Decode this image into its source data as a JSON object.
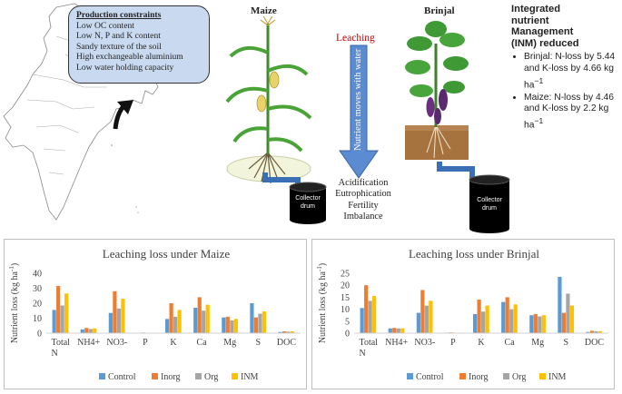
{
  "constraints": {
    "title": "Production constraints",
    "items": [
      "Low OC content",
      "Low N, P and K content",
      "Sandy texture of the soil",
      "High exchangeable aluminium",
      "Low water holding capacity"
    ]
  },
  "plants": {
    "maize": "Maize",
    "brinjal": "Brinjal"
  },
  "leaching": {
    "title": "Leaching",
    "arrow_text": "Nutrient moves with water"
  },
  "effects": [
    "Acidification",
    "Eutrophication",
    "Fertility",
    "Imbalance"
  ],
  "drum": {
    "line1": "Collector",
    "line2": "drum"
  },
  "inm": {
    "title_lines": [
      "Integrated",
      "nutrient",
      "Management",
      "(INM) reduced"
    ],
    "bullets": [
      {
        "text": "Brinjal: N-loss by 5.44 and K-loss by 4.66 kg ha",
        "sup": "−1"
      },
      {
        "text": "Maize: N-loss by 4.46 and K-loss by 2.2 kg ha",
        "sup": "−1"
      }
    ]
  },
  "colors": {
    "control": "#5b9bd5",
    "inorg": "#ed7d31",
    "org": "#a5a5a5",
    "inm": "#ffc000",
    "box_fill": "#c9daf0",
    "arrow_fill": "#5b8bd0",
    "leaching_text": "#c00000"
  },
  "icons": [
    "india-map",
    "curved-arrow",
    "maize-plant",
    "brinjal-plant",
    "leaching-arrow",
    "collector-drum"
  ],
  "chart_data": [
    {
      "type": "bar",
      "title": "Leaching loss under Maize",
      "ylabel": "Nutrient loss (kg ha",
      "ylabel_sup": "-1",
      "ylabel_end": ")",
      "ylim": [
        0,
        40
      ],
      "yticks": [
        0,
        10,
        20,
        30,
        40
      ],
      "categories": [
        "Total N",
        "NH4+",
        "NO3-",
        "P",
        "K",
        "Ca",
        "Mg",
        "S",
        "DOC"
      ],
      "series": [
        {
          "name": "Control",
          "values": [
            15.5,
            2.5,
            13.5,
            0.3,
            9.5,
            17,
            10.5,
            20,
            0.8
          ]
        },
        {
          "name": "Inorg",
          "values": [
            31.5,
            3.5,
            28,
            0.4,
            20,
            24,
            11,
            10.5,
            1.2
          ]
        },
        {
          "name": "Org",
          "values": [
            18.5,
            2.8,
            16.5,
            0.3,
            11,
            15,
            8.5,
            13,
            1
          ]
        },
        {
          "name": "INM",
          "values": [
            26.5,
            3.2,
            23,
            0.3,
            15.5,
            19,
            9.5,
            14.5,
            1.2
          ]
        }
      ],
      "legend": "bottom",
      "grid": false
    },
    {
      "type": "bar",
      "title": "Leaching loss under Brinjal",
      "ylabel": "Nutrient loss (kg ha",
      "ylabel_sup": "-1",
      "ylabel_end": ")",
      "ylim": [
        0,
        25
      ],
      "yticks": [
        0,
        5,
        10,
        15,
        20,
        25
      ],
      "categories": [
        "Total N",
        "NH4+",
        "NO3-",
        "P",
        "K",
        "Ca",
        "Mg",
        "S",
        "DOC"
      ],
      "series": [
        {
          "name": "Control",
          "values": [
            10.5,
            2,
            8.5,
            0.2,
            8,
            13,
            7.5,
            23.5,
            0.5
          ]
        },
        {
          "name": "Inorg",
          "values": [
            20,
            2.2,
            18,
            0.3,
            14,
            15,
            8,
            8.5,
            1
          ]
        },
        {
          "name": "Org",
          "values": [
            13.5,
            2,
            11.5,
            0.2,
            9,
            10,
            7,
            16.5,
            0.8
          ]
        },
        {
          "name": "INM",
          "values": [
            15.5,
            2,
            13.5,
            0.2,
            11.5,
            12,
            7.5,
            11.5,
            0.8
          ]
        }
      ],
      "legend": "bottom",
      "grid": false
    }
  ]
}
